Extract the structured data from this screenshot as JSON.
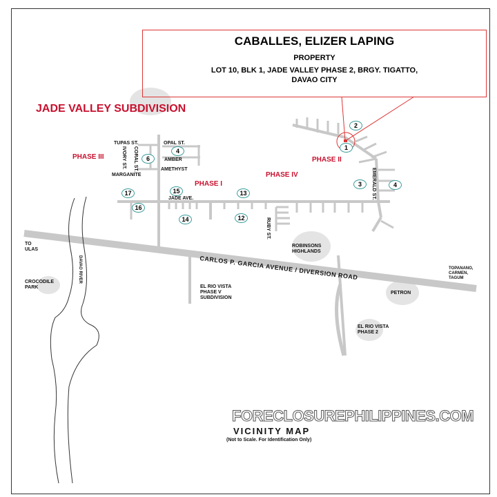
{
  "callout": {
    "owner": "CABALLES, ELIZER LAPING",
    "type": "PROPERTY",
    "address1": "LOT 10, BLK 1, JADE VALLEY PHASE 2, BRGY. TIGATTO,",
    "address2": "DAVAO CITY"
  },
  "title": "JADE VALLEY SUBDIVISION",
  "phases": [
    "PHASE I",
    "PHASE II",
    "PHASE III",
    "PHASE IV"
  ],
  "streets": {
    "tupas": "TUPAS ST.",
    "opal": "OPAL ST.",
    "amber": "AMBER",
    "amethyst": "AMETHYST",
    "marganite": "MARGANITE",
    "ivory": "IVORY ST.",
    "coral": "CORAL ST.",
    "jade": "JADE AVE.",
    "ruby": "RUBY ST.",
    "emerald": "EMERALD ST.",
    "highway": "CARLOS  P. GARCIA AVENUE / DIVERSION ROAD",
    "river": "DAVAO RIVER"
  },
  "landmarks": {
    "toulas": "TO\nULAS",
    "crocodile": "CROCODILE\nPARK",
    "robinsons": "ROBINSONS\nHIGHLANDS",
    "elrio5": "EL RIO VISTA\nPHASE V\nSUBDIVISION",
    "petron": "PETRON",
    "elrio2": "EL RIO VISTA\nPHASE 2",
    "toponent": "TOPANANO,\nCARMEN,\nTAGUM"
  },
  "markers": [
    "1",
    "2",
    "3",
    "4",
    "4",
    "6",
    "12",
    "13",
    "14",
    "15",
    "16",
    "17"
  ],
  "watermark": "FORECLOSUREPHILIPPINES.COM",
  "footer": {
    "title": "VICINITY MAP",
    "note": "(Not to Scale. For Identification Only)"
  },
  "colors": {
    "accent": "#c8102e",
    "road": "#c8c8c8"
  }
}
